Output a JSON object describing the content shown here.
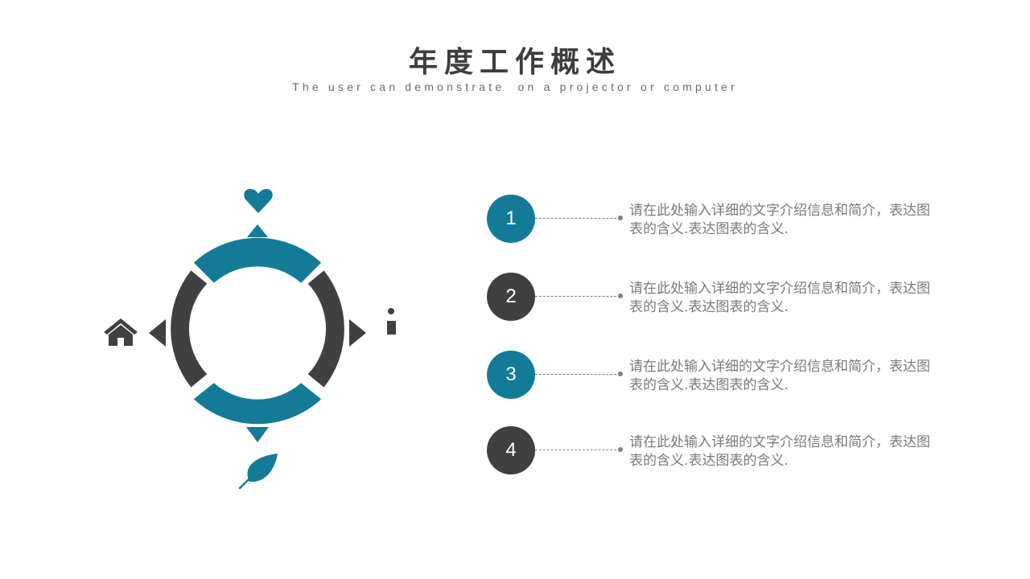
{
  "header": {
    "title": "年度工作概述",
    "subtitle": "The user can demonstrate  on a projector or computer"
  },
  "colors": {
    "teal": "#137b98",
    "dark": "#404040",
    "text": "#7a7a7a"
  },
  "diagram": {
    "icons": [
      "heart-icon",
      "info-icon",
      "leaf-icon",
      "home-icon"
    ]
  },
  "items": [
    {
      "number": "1",
      "color": "#137b98",
      "text": "请在此处输入详细的文字介绍信息和简介，表达图表的含义.表达图表的含义."
    },
    {
      "number": "2",
      "color": "#404040",
      "text": "请在此处输入详细的文字介绍信息和简介，表达图表的含义.表达图表的含义."
    },
    {
      "number": "3",
      "color": "#137b98",
      "text": "请在此处输入详细的文字介绍信息和简介，表达图表的含义.表达图表的含义."
    },
    {
      "number": "4",
      "color": "#404040",
      "text": "请在此处输入详细的文字介绍信息和简介，表达图表的含义.表达图表的含义."
    }
  ]
}
